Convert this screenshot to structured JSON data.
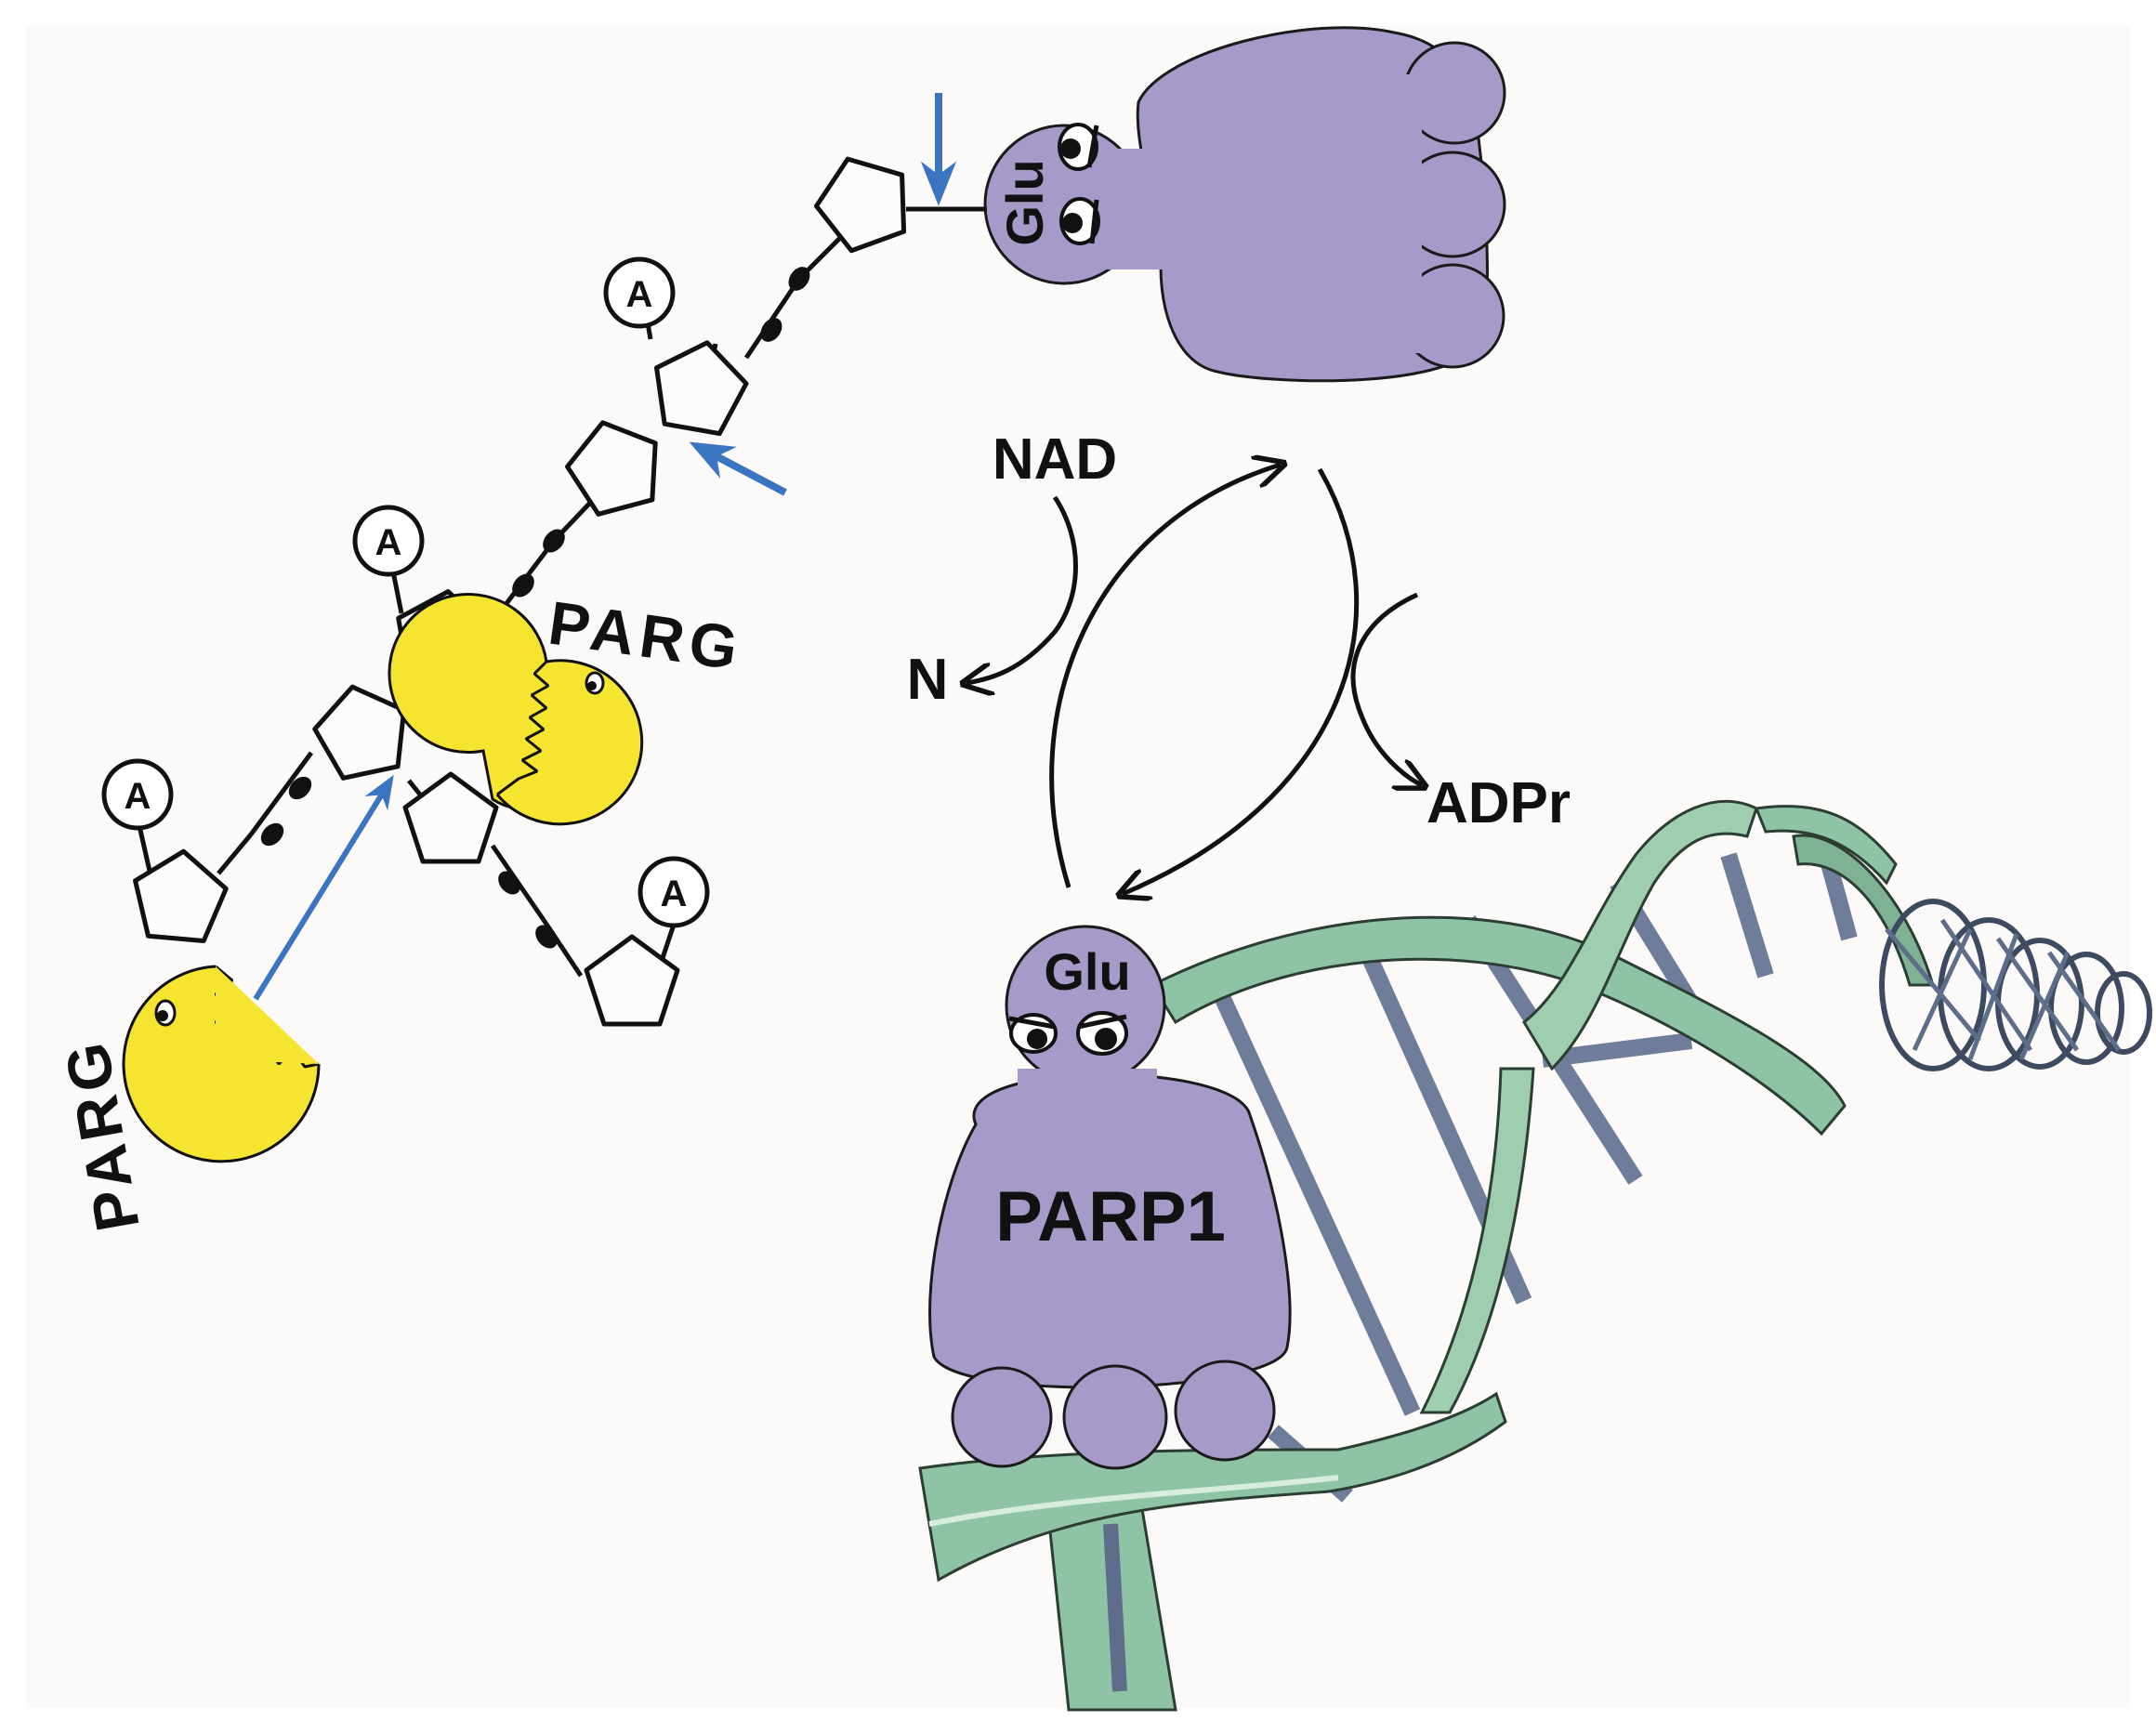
{
  "colors": {
    "background": "#fbfaf8",
    "protein": "#a69ac8",
    "parg": "#f5e531",
    "cleavage_arrow": "#3b74c0",
    "dna_backbone": "#8fc3a5",
    "dna_base": "#6f7d9a"
  },
  "labels": {
    "nad": "NAD",
    "n": "N",
    "adpr": "ADPr",
    "glu_top": "Glu",
    "glu_bottom": "Glu",
    "parp1": "PARP1",
    "parg_1": "PARG",
    "parg_2": "PARG",
    "adenine": "A"
  }
}
